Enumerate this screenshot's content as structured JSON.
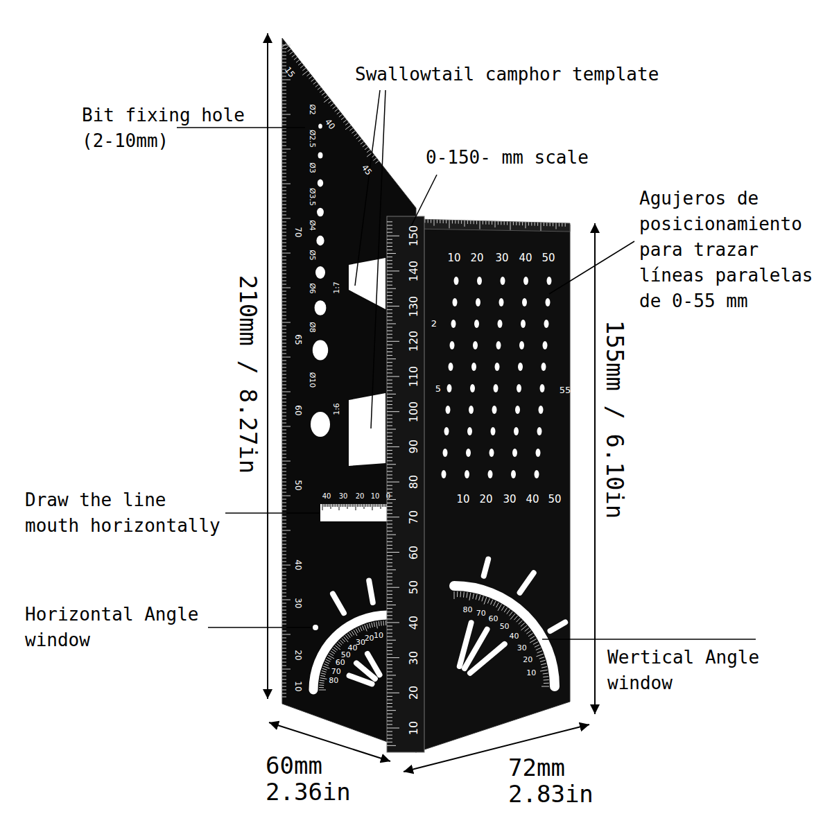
{
  "diagram": {
    "labels": [
      "Swallowtail camphor template",
      "Bit fixing hole (2-10mm)",
      "0-150- mm scale",
      "Agujeros de posicionamiento para trazar líneas paralelas de 0-55 mm",
      "210mm / 8.27in",
      "155mm / 6.10in",
      "Draw the line mouth horizontally",
      "Horizontal Angle window",
      "Wertical Angle window",
      "60mm 2.36in",
      "72mm 2.83in",
      "10",
      "20",
      "30",
      "40",
      "50",
      "60",
      "70",
      "80",
      "90",
      "100",
      "110",
      "120",
      "130",
      "140",
      "150",
      "10",
      "20",
      "30",
      "40",
      "50",
      "10",
      "20",
      "30",
      "40",
      "50",
      "2",
      "5",
      "55",
      "Ø2",
      "Ø2.5",
      "Ø3",
      "Ø3.5",
      "Ø4",
      "Ø5",
      "Ø6",
      "Ø8",
      "Ø10",
      "1:7",
      "1:6",
      "40",
      "30",
      "20",
      "10",
      "0",
      "70",
      "65",
      "60",
      "50",
      "40",
      "30",
      "20",
      "10",
      "15",
      "40",
      "45",
      "80",
      "70",
      "60",
      "50",
      "40",
      "30",
      "20",
      "10",
      "80",
      "70",
      "60",
      "50",
      "40",
      "30",
      "20",
      "10"
    ]
  }
}
